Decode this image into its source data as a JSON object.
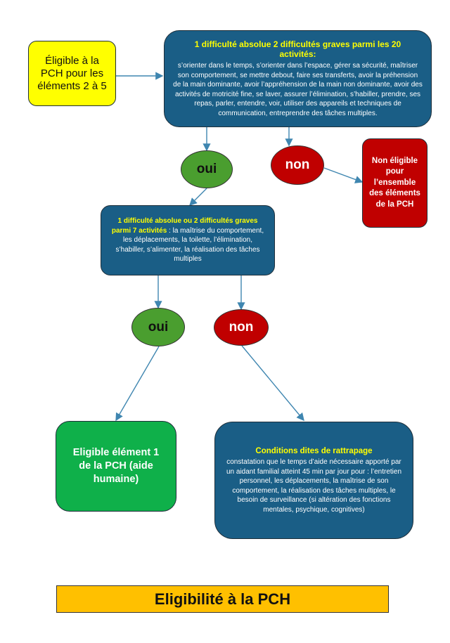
{
  "eligible_2_5": "Éligible  à la PCH pour les éléments  2 à 5",
  "top_box": {
    "heading": "1 difficulté absolue 2 difficultés graves parmi les 20 activités:",
    "body": "s’orienter dans le temps, s’orienter dans l’espace, gérer sa sécurité, maîtriser son comportement, se mettre debout, faire ses transferts, avoir la préhension de la main dominante, avoir l’appréhension de la main non dominante, avoir des activités de motricité fine, se laver, assurer l’élimination, s’habiller, prendre, ses repas, parler, entendre, voir, utiliser des appareils et techniques de communication, entreprendre des tâches multiples."
  },
  "oui1": "oui",
  "non1": "non",
  "not_eligible": "Non éligible pour l’ensemble des éléments de la PCH",
  "middle_box": {
    "heading": "1 difficulté absolue ou 2 difficultés graves parmi 7 activités",
    "body": " : la maîtrise du comportement, les déplacements, la toilette, l’élimination, s’habiller, s’alimenter, la réalisation des tâches multiples"
  },
  "oui2": "oui",
  "non2": "non",
  "eligible_1": "Eligible élément 1 de la PCH (aide humaine)",
  "rattrapage": {
    "heading": "Conditions dites de rattrapage",
    "body": "constatation que le temps d’aide nécessaire apporté par un aidant familial atteint 45 min par jour pour : l’entretien personnel, les déplacements, la maîtrise de son comportement, la réalisation des tâches multiples, le besoin de surveillance (si altération des fonctions mentales, psychique, cognitives)"
  },
  "title": "Eligibilité à la PCH",
  "colors": {
    "blue": "#1a5e86",
    "yellow": "#ffff00",
    "green_oval": "#4a9e2f",
    "red": "#c00000",
    "green_box": "#0fb04a",
    "title_bg": "#ffc000"
  }
}
